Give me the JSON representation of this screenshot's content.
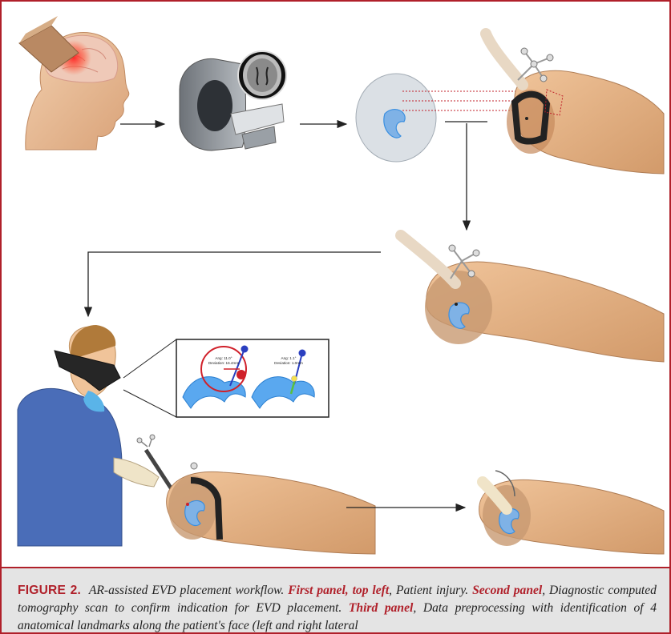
{
  "caption": {
    "label": "FIGURE 2.",
    "seg1": "AR-assisted EVD placement workflow.",
    "hl1": "First panel, top left",
    "seg2": ", Patient injury.",
    "hl2": "Second panel",
    "seg3": ", Diagnostic computed tomography scan to confirm indication for EVD placement.",
    "hl3": "Third panel",
    "seg4": ", Data preprocessing with identification of 4 anatomical landmarks along the patient's face (left and right lateral"
  },
  "inset": {
    "left_label_1": "Ang: 11.0°",
    "left_label_2": "Deviation: 16.4mm",
    "right_label_1": "Ang: 1.1°",
    "right_label_2": "Deviation: 1.0mm"
  },
  "colors": {
    "border": "#b0202a",
    "caption_bg": "#e4e4e4",
    "skin": "#e9bd96",
    "ventricle": "#3a8fe0",
    "marker_red": "#d0202a",
    "marker_blue": "#2a3fc0",
    "scrubs": "#4a6db8"
  }
}
